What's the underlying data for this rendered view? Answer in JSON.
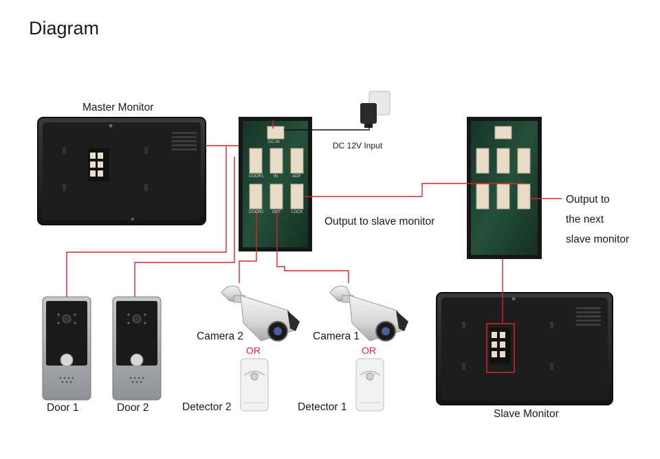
{
  "title": "Diagram",
  "labels": {
    "master_monitor": "Master Monitor",
    "dc_input": "DC 12V Input",
    "output_to_slave": "Output to slave monitor",
    "output_next_line1": "Output to",
    "output_next_line2": "the next",
    "output_next_line3": "slave monitor",
    "slave_monitor": "Slave Monitor",
    "door1": "Door 1",
    "door2": "Door 2",
    "camera2": "Camera 2",
    "camera1": "Camera 1",
    "or_left": "OR",
    "or_right": "OR",
    "detector2": "Detector 2",
    "detector1": "Detector 1"
  },
  "terminals": {
    "dc_in": "DC-IN",
    "door1": "DOOR1",
    "in": "IN",
    "adp": "ADP",
    "door2": "DOOR2",
    "out": "OUT",
    "lock": "LOCK"
  },
  "colors": {
    "wire": "#d9232a",
    "monitor_body": "#1c1c1c",
    "board": "#1e3a2a",
    "connector": "#e8dcc6",
    "door_panel_top": "#1a1a1a",
    "door_panel_bottom": "#a8acb1"
  },
  "icons": [
    "monitor-back-icon",
    "power-adapter-icon",
    "terminal-board-icon",
    "door-station-icon",
    "bullet-camera-icon",
    "motion-detector-icon"
  ]
}
